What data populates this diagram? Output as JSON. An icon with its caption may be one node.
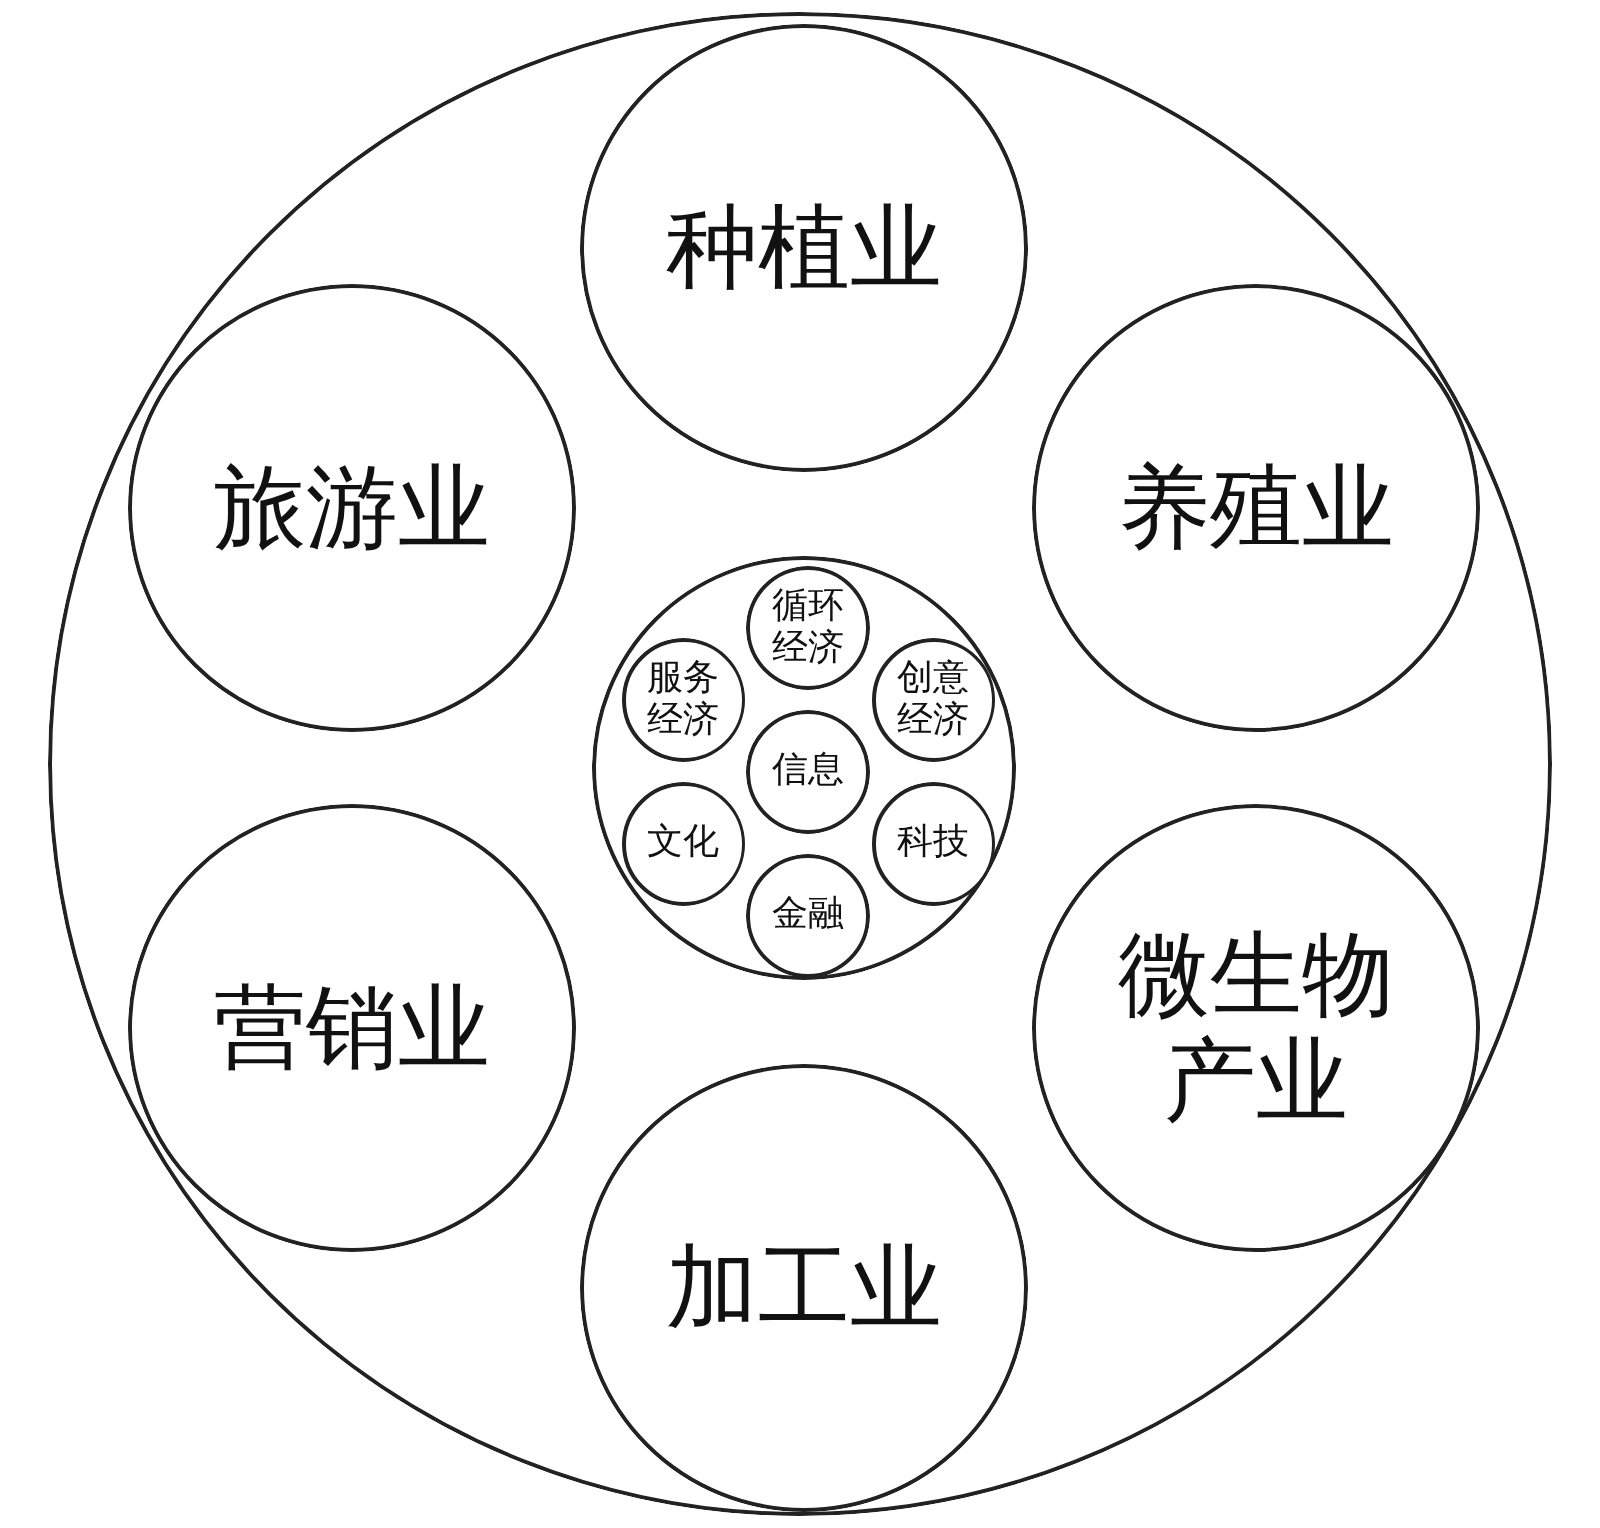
{
  "diagram": {
    "nodes": [
      {
        "text": [],
        "shape": "circle"
      },
      {
        "text": [
          "种植业"
        ],
        "in": 0
      },
      {
        "text": [
          "旅游业"
        ],
        "in": 0
      },
      {
        "text": [
          "养殖业"
        ],
        "in": 0
      },
      {
        "text": [],
        "shape": "circle",
        "in": 0
      },
      {
        "text": [
          "循环经济"
        ],
        "in": 4
      },
      {
        "text": [
          "服务经济"
        ],
        "in": 4
      },
      {
        "text": [
          "创意经济"
        ],
        "in": 4
      },
      {
        "text": [
          "信息"
        ],
        "in": 4
      },
      {
        "text": [
          "文化"
        ],
        "in": 4
      },
      {
        "text": [
          "科技"
        ],
        "in": 4
      },
      {
        "text": [
          "金融"
        ],
        "in": 4
      },
      {
        "text": [
          "营销业"
        ],
        "in": 0
      },
      {
        "text": [
          "微生物产业"
        ],
        "in": 0
      },
      {
        "text": [
          "加工业"
        ],
        "in": 0
      }
    ]
  }
}
